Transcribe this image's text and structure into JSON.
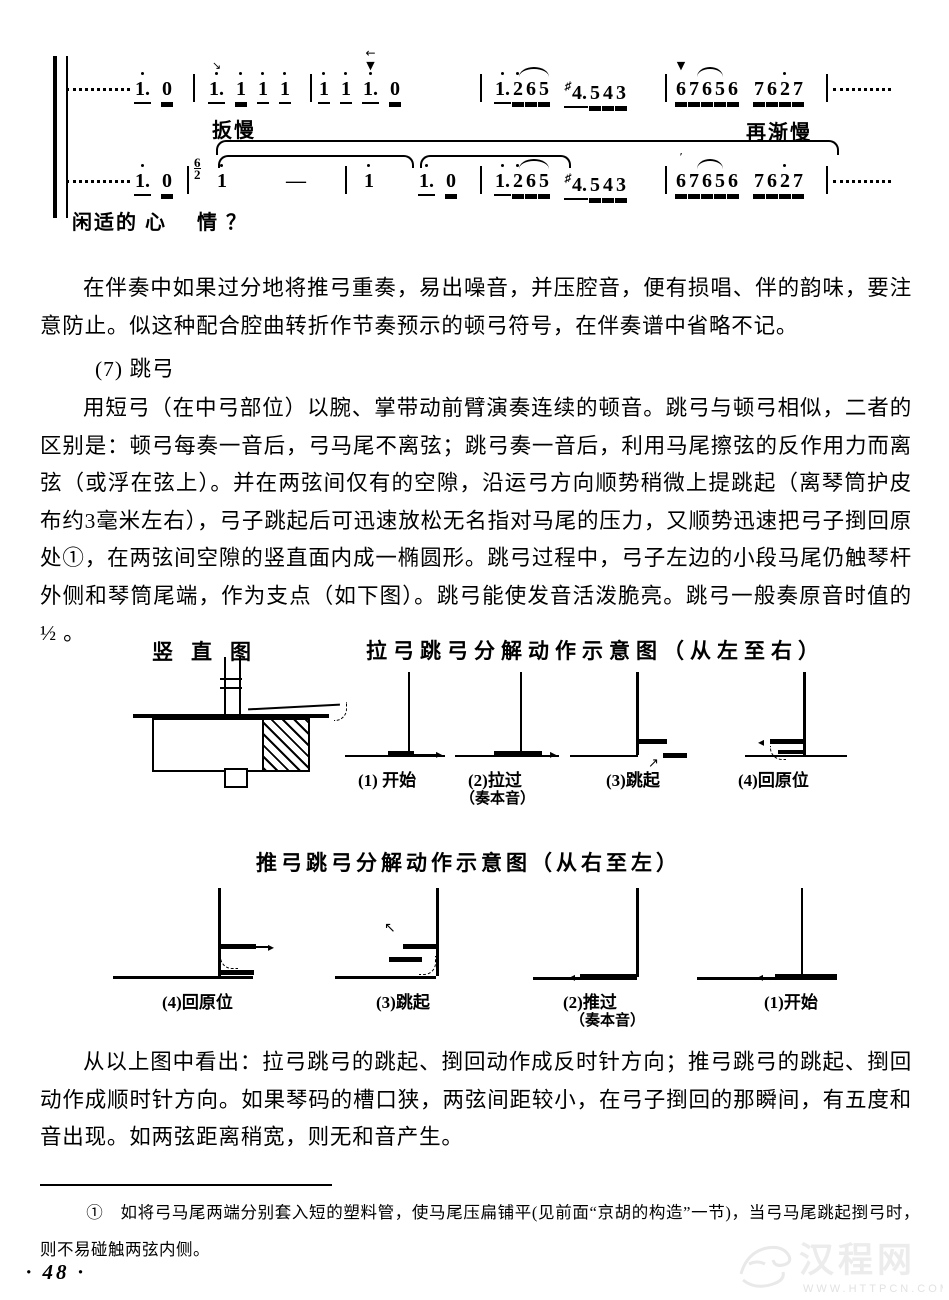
{
  "page": {
    "number": "· 48 ·"
  },
  "watermark": {
    "site_name": "汉程网",
    "site_url": "WWW.HTTPCN.COM"
  },
  "score": {
    "tempo1": "扳慢",
    "tempo2": "再渐慢",
    "lyrics1": "闲适的 心",
    "lyrics2": "情 ？",
    "meter_top": "6",
    "meter_bottom": "2",
    "l1m1": [
      [
        {
          "d": "1",
          "hi": 1,
          "a": ".",
          "u": 1
        }
      ],
      [
        {
          "d": "0",
          "u": 2
        }
      ]
    ],
    "l1m2": [
      [
        {
          "d": "1",
          "hi": 1,
          "a": ".",
          "u": 1,
          "tm": "↘"
        }
      ],
      [
        {
          "d": "1",
          "hi": 1,
          "u": 2
        }
      ],
      [
        {
          "d": "1",
          "hi": 1,
          "u": 1
        }
      ],
      [
        {
          "d": "1",
          "hi": 1,
          "u": 1
        }
      ]
    ],
    "l1m3": [
      [
        {
          "d": "1",
          "hi": 1,
          "u": 1
        }
      ],
      [
        {
          "d": "1",
          "hi": 1,
          "u": 1
        }
      ],
      [
        {
          "d": "1",
          "hi": 1,
          "a": ".",
          "u": 1,
          "tm": "▼",
          "tm2": "←"
        }
      ],
      [
        {
          "d": "0",
          "u": 2
        }
      ]
    ],
    "l1m4": [
      [
        {
          "d": "1",
          "hi": 1,
          "a": ".",
          "u": 1
        },
        {
          "d": "2",
          "hi": 1,
          "u": 2
        },
        {
          "d": "6",
          "u": 2
        },
        {
          "d": "5",
          "u": 2
        }
      ],
      [
        {
          "acc": "♯",
          "d": "4",
          "a": ".",
          "u": 1
        },
        {
          "d": "5",
          "u": 2
        },
        {
          "d": "4",
          "u": 2
        },
        {
          "d": "3",
          "u": 2
        }
      ]
    ],
    "l1m5": [
      [
        {
          "d": "6",
          "u": 2,
          "tm": "▼"
        },
        {
          "d": "7",
          "u": 2
        },
        {
          "d": "6",
          "u": 2
        },
        {
          "d": "5",
          "u": 2
        },
        {
          "d": "6",
          "u": 2
        }
      ],
      [
        {
          "d": "7",
          "u": 2
        },
        {
          "d": "6",
          "u": 2
        },
        {
          "d": "2",
          "hi": 1,
          "u": 2
        },
        {
          "d": "7",
          "u": 2
        }
      ]
    ],
    "l2m1": [
      [
        {
          "d": "1",
          "hi": 1,
          "a": ".",
          "u": 1
        }
      ],
      [
        {
          "d": "0",
          "u": 2
        }
      ]
    ],
    "l2m2a": [
      [
        {
          "d": "1",
          "hi": 1
        }
      ]
    ],
    "l2m2b": [
      [
        {
          "d": "—"
        }
      ]
    ],
    "l2m3a": [
      [
        {
          "d": "1",
          "hi": 1
        }
      ]
    ],
    "l2m3b": [
      [
        {
          "d": "1",
          "hi": 1,
          "a": ".",
          "u": 1
        }
      ],
      [
        {
          "d": "0",
          "u": 2
        }
      ]
    ],
    "l2m4": [
      [
        {
          "d": "1",
          "hi": 1,
          "a": ".",
          "u": 1
        },
        {
          "d": "2",
          "hi": 1,
          "u": 2
        },
        {
          "d": "6",
          "u": 2
        },
        {
          "d": "5",
          "u": 2
        }
      ],
      [
        {
          "acc": "♯",
          "d": "4",
          "a": ".",
          "u": 1
        },
        {
          "d": "5",
          "u": 2
        },
        {
          "d": "4",
          "u": 2
        },
        {
          "d": "3",
          "u": 2
        }
      ]
    ],
    "l2m5": [
      [
        {
          "d": "6",
          "u": 2,
          "tm": "’"
        },
        {
          "d": "7",
          "u": 2
        },
        {
          "d": "6",
          "u": 2
        },
        {
          "d": "5",
          "u": 2
        },
        {
          "d": "6",
          "u": 2
        }
      ],
      [
        {
          "d": "7",
          "u": 2
        },
        {
          "d": "6",
          "u": 2
        },
        {
          "d": "2",
          "hi": 1,
          "u": 2
        },
        {
          "d": "7",
          "u": 2
        }
      ]
    ]
  },
  "body": {
    "p1": "在伴奏中如果过分地将推弓重奏，易出噪音，并压腔音，便有损唱、伴的韵味，要注意防止。似这种配合腔曲转折作节奏预示的顿弓符号，在伴奏谱中省略不记。",
    "heading7": "(7) 跳弓",
    "p2": "用短弓（在中弓部位）以腕、掌带动前臂演奏连续的顿音。跳弓与顿弓相似，二者的区别是：顿弓每奏一音后，弓马尾不离弦；跳弓奏一音后，利用马尾擦弦的反作用力而离弦（或浮在弦上）。并在两弦间仅有的空隙，沿运弓方向顺势稍微上提跳起（离琴筒护皮布约3毫米左右），弓子跳起后可迅速放松无名指对马尾的压力，又顺势迅速把弓子捯回原处①，在两弦间空隙的竖直面内成一椭圆形。跳弓过程中，弓子左边的小段马尾仍触琴杆外侧和琴筒尾端，作为支点（如下图）。跳弓能使发音活泼脆亮。跳弓一般奏原音时值的 ½ 。",
    "p3": "从以上图中看出：拉弓跳弓的跳起、捯回动作成反时针方向；推弓跳弓的跳起、捯回动作成顺时针方向。如果琴码的槽口狭，两弦间距较小，在弓子捯回的那瞬间，有五度和音出现。如两弦距离稍宽，则无和音产生。"
  },
  "figure1": {
    "title_left": "竖直图",
    "title_right": "拉弓跳弓分解动作示意图（从左至右）",
    "steps": [
      {
        "label": "(1) 开始"
      },
      {
        "label": "(2)拉过",
        "sub": "（奏本音）"
      },
      {
        "label": "(3)跳起"
      },
      {
        "label": "(4)回原位"
      }
    ]
  },
  "figure2": {
    "title": "推弓跳弓分解动作示意图（从右至左）",
    "steps": [
      {
        "label": "(4)回原位"
      },
      {
        "label": "(3)跳起"
      },
      {
        "label": "(2)推过",
        "sub": "（奏本音）"
      },
      {
        "label": "(1)开始"
      }
    ]
  },
  "footnote": {
    "text": "①　如将弓马尾两端分别套入短的塑料管，使马尾压扁铺平(见前面“京胡的构造”一节)，当弓马尾跳起捯弓时，则不易碰触两弦内侧。"
  }
}
